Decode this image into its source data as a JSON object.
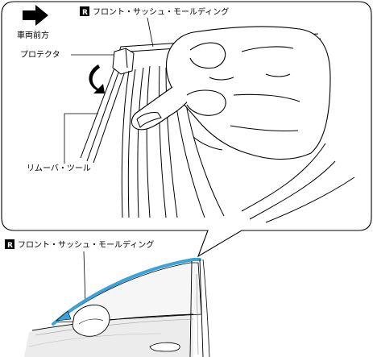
{
  "callout": {
    "badge": "R",
    "title": "フロント・サッシュ・モールディング",
    "direction_label": "車両前方",
    "protector_label": "プロテクタ",
    "tool_label": "リムーバ・ツール"
  },
  "car_view": {
    "badge": "R",
    "title": "フロント・サッシュ・モールディング"
  },
  "colors": {
    "highlight": "#3aa3d8",
    "badge": "#000000"
  },
  "icons": {
    "direction": "arrow-right-icon",
    "rotation": "curved-arrow-icon"
  }
}
